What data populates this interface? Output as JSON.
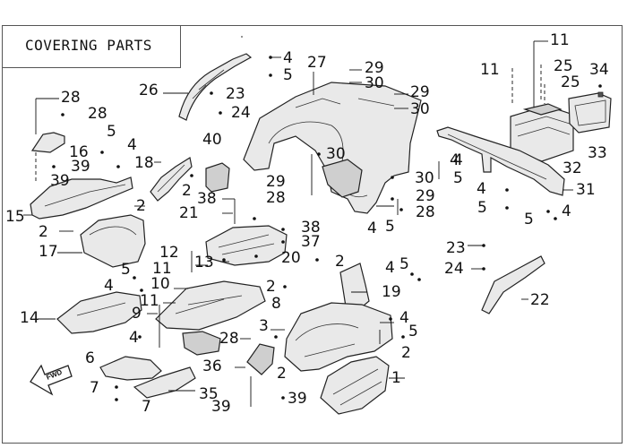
{
  "title": "COVERING PARTS",
  "fwd_label": "FWD",
  "callouts": [
    {
      "id": "c1",
      "text": "1"
    },
    {
      "id": "c2a",
      "text": "2"
    },
    {
      "id": "c2b",
      "text": "2"
    },
    {
      "id": "c2c",
      "text": "2"
    },
    {
      "id": "c2d",
      "text": "2"
    },
    {
      "id": "c2e",
      "text": "2"
    },
    {
      "id": "c2f",
      "text": "2"
    },
    {
      "id": "c2g",
      "text": "2"
    },
    {
      "id": "c3",
      "text": "3"
    },
    {
      "id": "c4a",
      "text": "4"
    },
    {
      "id": "c4b",
      "text": "4"
    },
    {
      "id": "c4c",
      "text": "4"
    },
    {
      "id": "c4d",
      "text": "4"
    },
    {
      "id": "c4e",
      "text": "4"
    },
    {
      "id": "c4f",
      "text": "4"
    },
    {
      "id": "c4g",
      "text": "4"
    },
    {
      "id": "c4h",
      "text": "4"
    },
    {
      "id": "c4i",
      "text": "4"
    },
    {
      "id": "c4j",
      "text": "4"
    },
    {
      "id": "c4k",
      "text": "4"
    },
    {
      "id": "c4l",
      "text": "4"
    },
    {
      "id": "c5a",
      "text": "5"
    },
    {
      "id": "c5b",
      "text": "5"
    },
    {
      "id": "c5c",
      "text": "5"
    },
    {
      "id": "c5d",
      "text": "5"
    },
    {
      "id": "c5e",
      "text": "5"
    },
    {
      "id": "c5f",
      "text": "5"
    },
    {
      "id": "c5g",
      "text": "5"
    },
    {
      "id": "c5h",
      "text": "5"
    },
    {
      "id": "c5i",
      "text": "5"
    },
    {
      "id": "c6",
      "text": "6"
    },
    {
      "id": "c7a",
      "text": "7"
    },
    {
      "id": "c7b",
      "text": "7"
    },
    {
      "id": "c8",
      "text": "8"
    },
    {
      "id": "c9",
      "text": "9"
    },
    {
      "id": "c10",
      "text": "10"
    },
    {
      "id": "c11a",
      "text": "11"
    },
    {
      "id": "c11b",
      "text": "11"
    },
    {
      "id": "c11c",
      "text": "11"
    },
    {
      "id": "c11d",
      "text": "11"
    },
    {
      "id": "c12",
      "text": "12"
    },
    {
      "id": "c13",
      "text": "13"
    },
    {
      "id": "c14",
      "text": "14"
    },
    {
      "id": "c15",
      "text": "15"
    },
    {
      "id": "c16",
      "text": "16"
    },
    {
      "id": "c17",
      "text": "17"
    },
    {
      "id": "c18",
      "text": "18"
    },
    {
      "id": "c19",
      "text": "19"
    },
    {
      "id": "c20",
      "text": "20"
    },
    {
      "id": "c21",
      "text": "21"
    },
    {
      "id": "c22",
      "text": "22"
    },
    {
      "id": "c23a",
      "text": "23"
    },
    {
      "id": "c23b",
      "text": "23"
    },
    {
      "id": "c24a",
      "text": "24"
    },
    {
      "id": "c24b",
      "text": "24"
    },
    {
      "id": "c25a",
      "text": "25"
    },
    {
      "id": "c25b",
      "text": "25"
    },
    {
      "id": "c26",
      "text": "26"
    },
    {
      "id": "c27",
      "text": "27"
    },
    {
      "id": "c28a",
      "text": "28"
    },
    {
      "id": "c28b",
      "text": "28"
    },
    {
      "id": "c28c",
      "text": "28"
    },
    {
      "id": "c28d",
      "text": "28"
    },
    {
      "id": "c28e",
      "text": "28"
    },
    {
      "id": "c29a",
      "text": "29"
    },
    {
      "id": "c29b",
      "text": "29"
    },
    {
      "id": "c29c",
      "text": "29"
    },
    {
      "id": "c29d",
      "text": "29"
    },
    {
      "id": "c30a",
      "text": "30"
    },
    {
      "id": "c30b",
      "text": "30"
    },
    {
      "id": "c30c",
      "text": "30"
    },
    {
      "id": "c30d",
      "text": "30"
    },
    {
      "id": "c31",
      "text": "31"
    },
    {
      "id": "c32",
      "text": "32"
    },
    {
      "id": "c33",
      "text": "33"
    },
    {
      "id": "c34",
      "text": "34"
    },
    {
      "id": "c35",
      "text": "35"
    },
    {
      "id": "c36",
      "text": "36"
    },
    {
      "id": "c37",
      "text": "37"
    },
    {
      "id": "c38a",
      "text": "38"
    },
    {
      "id": "c38b",
      "text": "38"
    },
    {
      "id": "c39a",
      "text": "39"
    },
    {
      "id": "c39b",
      "text": "39"
    },
    {
      "id": "c39c",
      "text": "39"
    },
    {
      "id": "c39d",
      "text": "39"
    },
    {
      "id": "c40",
      "text": "40"
    }
  ]
}
